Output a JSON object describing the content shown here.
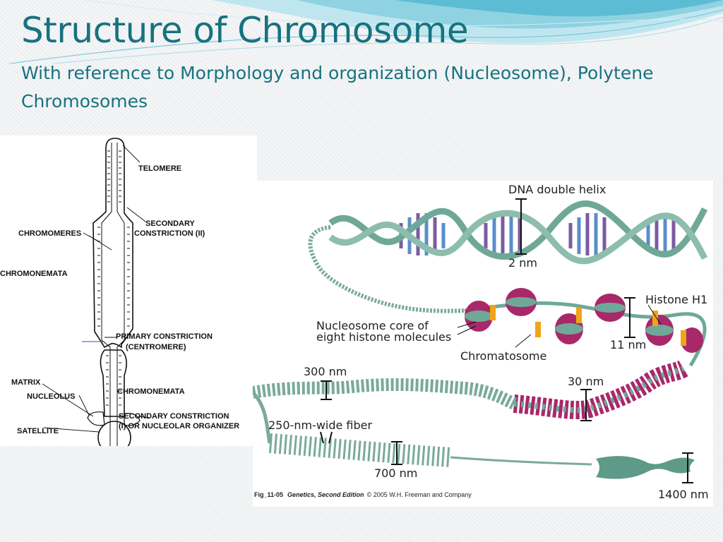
{
  "slide": {
    "title": "Structure of Chromosome",
    "subtitle": "With reference to Morphology and organization (Nucleosome), Polytene Chromosomes"
  },
  "left_figure": {
    "labels": {
      "telomere": "TELOMERE",
      "secondary_constriction_2_a": "SECONDARY",
      "secondary_constriction_2_b": "CONSTRICTION (II)",
      "chromomeres": "CHROMOMERES",
      "chromonemata_top": "CHROMONEMATA",
      "primary_constriction_a": "PRIMARY CONSTRICTION",
      "primary_constriction_b": "(CENTROMERE)",
      "matrix": "MATRIX",
      "nucleolus": "NUCLEOLUS",
      "chromonemata_bottom": "CHROMONEMATA",
      "secondary_constriction_1_a": "SECONDARY CONSTRICTION",
      "secondary_constriction_1_b": "(I) OR NUCLEOLAR ORGANIZER",
      "satellite": "SATELLITE"
    }
  },
  "right_figure": {
    "labels": {
      "dna_double_helix": "DNA double helix",
      "two_nm": "2 nm",
      "histone_h1": "Histone H1",
      "nucleosome_core_a": "Nucleosome core of",
      "nucleosome_core_b": "eight histone molecules",
      "eleven_nm": "11 nm",
      "chromatosome": "Chromatosome",
      "three_hundred_nm": "300 nm",
      "thirty_nm": "30 nm",
      "fiber_250": "250-nm-wide fiber",
      "seven_hundred_nm": "700 nm",
      "fourteen_hundred_nm": "1400 nm"
    },
    "credit": {
      "fig": "Fig_11-05",
      "book": "Genetics, Second Edition",
      "rest": "© 2005 W.H. Freeman and Company"
    },
    "colors": {
      "strand_teal": "#6fa898",
      "stripe_purple": "#7c5ca0",
      "stripe_blue": "#5a8ecb",
      "histone_magenta": "#a8286a",
      "linker_orange": "#f0a418"
    }
  }
}
